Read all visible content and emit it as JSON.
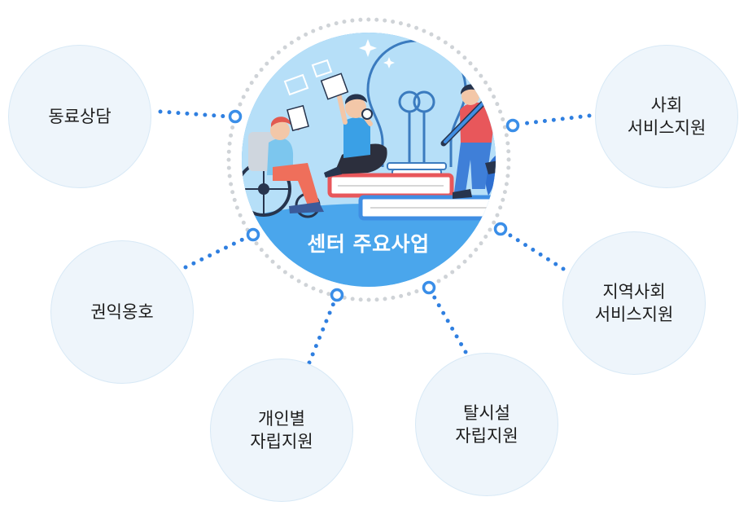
{
  "center": {
    "title": "센터 주요사업"
  },
  "nodes": [
    {
      "id": "peer-counseling",
      "lines": [
        "동료상담"
      ]
    },
    {
      "id": "rights-advocacy",
      "lines": [
        "권익옹호"
      ]
    },
    {
      "id": "individual-independence",
      "lines": [
        "개인별",
        "자립지원"
      ]
    },
    {
      "id": "deinstitutionalization",
      "lines": [
        "탈시설",
        "자립지원"
      ]
    },
    {
      "id": "community-social-service",
      "lines": [
        "지역사회",
        "서비스지원"
      ]
    },
    {
      "id": "social-service",
      "lines": [
        "사회",
        "서비스지원"
      ]
    }
  ],
  "colors": {
    "accent": "#3a8ee8",
    "connector": "#2f7fe0",
    "node_fill": "#eef5fb",
    "node_border": "#d8e9f6",
    "center_fill": "#4aa6ec",
    "center_sky": "#b6dff8",
    "dotted_ring": "#cfd3d7"
  }
}
